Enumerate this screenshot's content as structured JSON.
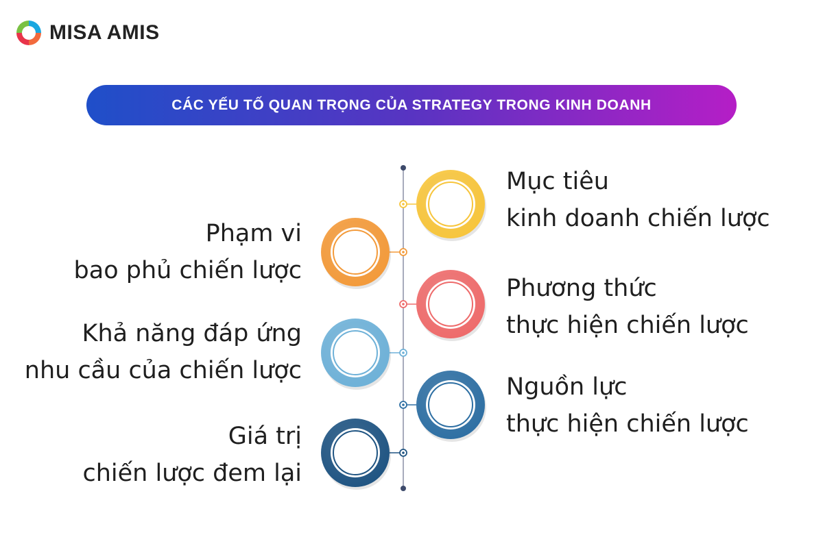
{
  "brand": {
    "name": "MISA AMIS"
  },
  "title": "CÁC YẾU TỐ QUAN TRỌNG CỦA STRATEGY TRONG KINH DOANH",
  "items": [
    {
      "side": "right",
      "line1": "Mục tiêu",
      "line2": "kinh doanh chiến lược",
      "color": "#F7C53C"
    },
    {
      "side": "left",
      "line1": "Phạm vi",
      "line2": "bao phủ chiến lược",
      "color": "#F39A3A"
    },
    {
      "side": "right",
      "line1": "Phương thức",
      "line2": "thực hiện chiến lược",
      "color": "#EE6B6B"
    },
    {
      "side": "left",
      "line1": "Khả năng đáp ứng",
      "line2": "nhu cầu của chiến lược",
      "color": "#6EB1D8"
    },
    {
      "side": "right",
      "line1": "Nguồn lực",
      "line2": "thực hiện chiến lược",
      "color": "#2E6FA3"
    },
    {
      "side": "left",
      "line1": "Giá trị",
      "line2": "chiến lược đem lại",
      "color": "#1F5482"
    }
  ],
  "colors": {
    "timeline": "#8A8FA5",
    "timeline_end": "#3D4A6B",
    "title_gradient": [
      "#1f4fc9",
      "#5834c2",
      "#b51ec6"
    ]
  }
}
